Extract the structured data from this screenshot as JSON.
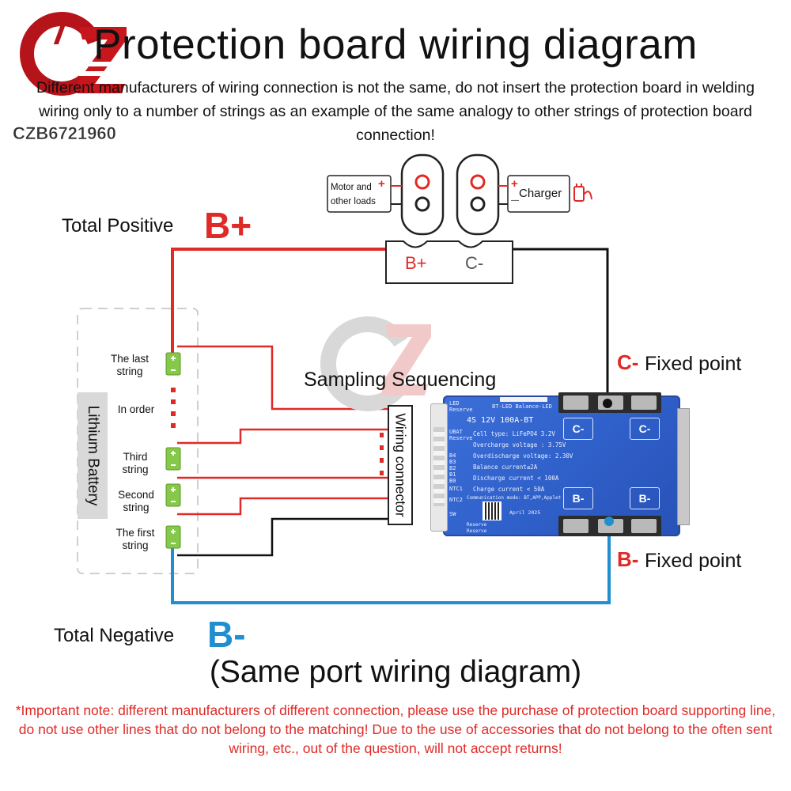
{
  "title": "Protection board wiring diagram",
  "intro": "Different manufacturers of wiring connection is not the same, do not insert the protection board in welding wiring only to a number of strings as an example of the same analogy to other strings of protection board connection!",
  "logo_text": "CZB6721960",
  "labels": {
    "total_positive": "Total Positive",
    "b_plus": "B+",
    "total_negative": "Total Negative",
    "b_minus": "B-",
    "c_minus_symbol": "C-",
    "c_fixed": "Fixed point",
    "b_minus_symbol": "B-",
    "b_fixed": "Fixed point",
    "sampling": "Sampling Sequencing",
    "wiring_connector": "Wiring connector",
    "lithium_battery": "Lithium Battery",
    "same_port": "(Same port wiring diagram)"
  },
  "cells": {
    "last": "The last string",
    "in_order": "In order",
    "third": "Third string",
    "second": "Second string",
    "first": "The first string"
  },
  "terminal_block": {
    "b_plus": "B+",
    "c_minus": "C-"
  },
  "loads": {
    "motor": "Motor and",
    "other": "other loads",
    "charger": "Charger",
    "plus": "+",
    "minus": "—"
  },
  "board": {
    "model": "4S 12V 100A-BT",
    "top_label": "BT-LED Balance-LED",
    "specs": [
      "Cell type: LiFePO4 3.2V",
      "Overcharge voltage : 3.75V",
      "Overdischarge voltage: 2.30V",
      "Balance current≤2A",
      "Discharge current < 100A",
      "Charge current < 50A",
      "Communication mode: BT,APP,Applet"
    ],
    "date": "April 2025",
    "pins_left": [
      "LED",
      "Reserve",
      "UBAT",
      "Reserve",
      "B4",
      "B3",
      "B2",
      "B1",
      "B0",
      "NTC1",
      "NTC2",
      "SW"
    ],
    "bottom_small": [
      "Reserve",
      "Reserve"
    ],
    "ports": {
      "c1": "C-",
      "c2": "C-",
      "b1": "B-",
      "b2": "B-"
    }
  },
  "note": "*Important note: different manufacturers of different connection, please use the purchase of protection board supporting line, do not use other lines that do not belong to the matching! Due to the use of accessories that do not belong to the often sent wiring, etc., out of the question, will not accept returns!",
  "colors": {
    "positive": "#e02a27",
    "negative": "#1f8fd0",
    "wire_black": "#111111",
    "board": "#3366d0"
  }
}
